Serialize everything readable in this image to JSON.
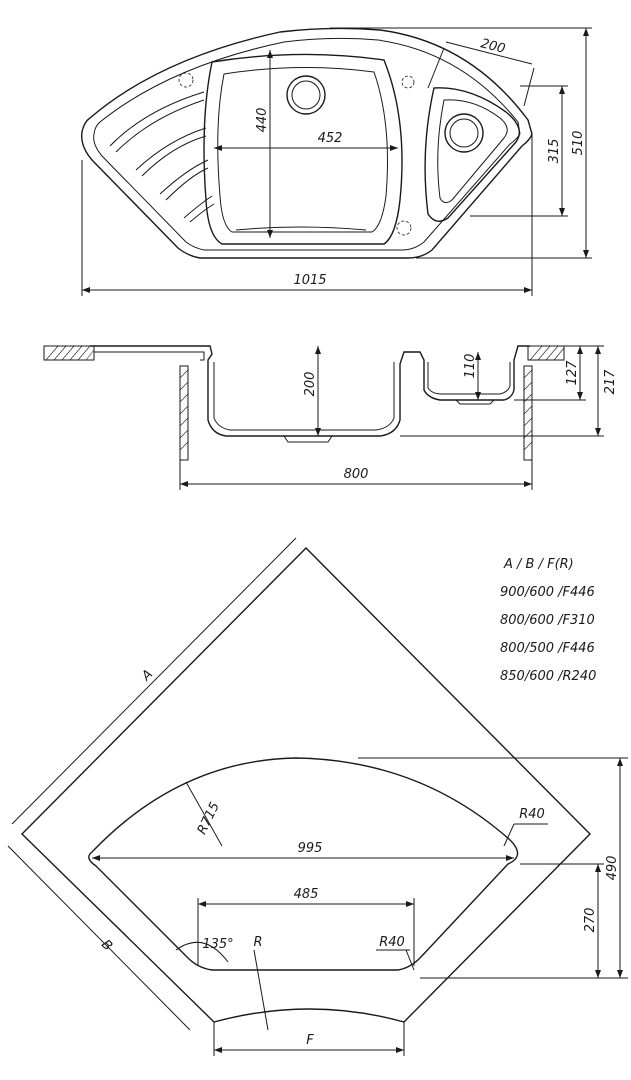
{
  "top_view": {
    "dims": {
      "width_overall": "1015",
      "depth_overall": "510",
      "bowl_length": "440",
      "bowl_width": "452",
      "small_bowl_offset": "200",
      "small_bowl_depth": "315"
    }
  },
  "side_view": {
    "dims": {
      "bowl_depth": "200",
      "small_bowl_depth": "110",
      "height_127": "127",
      "height_217": "217",
      "cabinet_width": "800"
    }
  },
  "cutout_view": {
    "labels": {
      "side_a": "A",
      "side_b": "B",
      "front_f": "F"
    },
    "dims": {
      "arc_radius": "R715",
      "cutout_width": "995",
      "front_width": "485",
      "corner_radius_top": "R40",
      "corner_radius_bottom": "R40",
      "angle": "135°",
      "front_radius": "R",
      "depth_490": "490",
      "depth_270": "270"
    },
    "table": {
      "header": "A / B / F(R)",
      "rows": [
        "900/600 /F446",
        "800/600 /F310",
        "800/500 /F446",
        "850/600 /R240"
      ]
    }
  }
}
